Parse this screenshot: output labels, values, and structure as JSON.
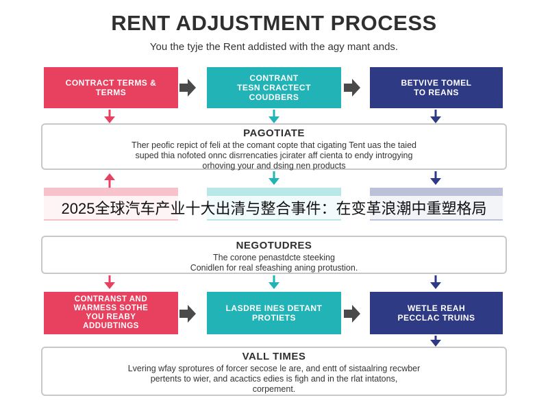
{
  "title": "RENT ADJUSTMENT PROCESS",
  "subtitle": "You the tyje the Rent addisted with the agy mant ands.",
  "row1": [
    {
      "label": "CONTRACT TERMS &\nTERMS",
      "color": "#e8415f"
    },
    {
      "label": "CONTRANT\nTESN CRACTECT\nCOUDBERS",
      "color": "#22b3b6"
    },
    {
      "label": "BETVIVE TOMEL\nTO REANS",
      "color": "#2f3a85"
    }
  ],
  "panel1": {
    "title": "PAGOTIATE",
    "body": "Ther peofic repict of feli at the comant copte that cigating Tent uas the taied\nsuped thia nofoted onnc disrrencaties jcirater aff cienta to endy introgying\norhoving your and dsing nen products"
  },
  "panel2": {
    "title": "NEGOTUDRES",
    "body": "The corone penastdcte steeking\nConidlen for real sfeashing aning protustion."
  },
  "row3": [
    {
      "label": "CONTRANST AND\nWARMESS SOTHE\nYOU REABY\nADDUBTINGS",
      "color": "#e8415f"
    },
    {
      "label": "LASDRE INES DETANT\nPROTIETS",
      "color": "#22b3b6"
    },
    {
      "label": "WETLE REAH\nPECCLAC TRUINS",
      "color": "#2f3a85"
    }
  ],
  "panel3": {
    "title": "VALL TIMES",
    "body": "Lvering wfay sprotures of forcer secose le are, and entt of sistaalring recwber\npertents to wier, and acactics edies is figh and in the rlat intatons,\ncorpement."
  },
  "overlay_banner": "2025全球汽车产业十大出清与整合事件：在变革浪潮中重塑格局"
}
